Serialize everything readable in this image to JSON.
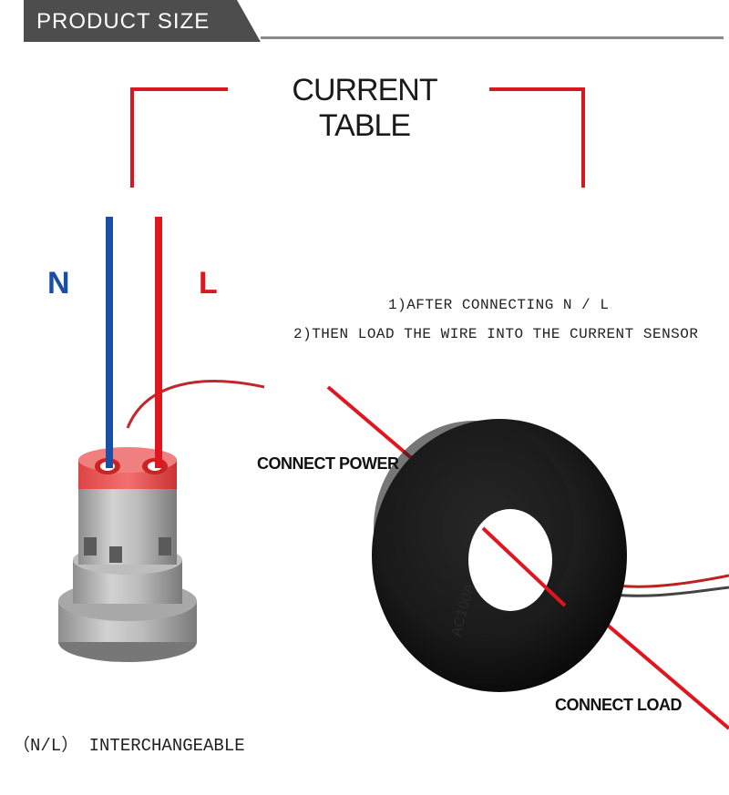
{
  "header": {
    "banner_label": "PRODUCT SIZE"
  },
  "table": {
    "title": "CURRENT TABLE"
  },
  "wires": {
    "neutral_label": "N",
    "live_label": "L",
    "neutral_color": "#1a4fa3",
    "live_color": "#e0161f"
  },
  "instructions": {
    "step1": "1)AFTER CONNECTING N / L",
    "step2": "2)THEN LOAD THE WIRE INTO THE CURRENT SENSOR"
  },
  "labels": {
    "connect_power": "CONNECT POWER",
    "connect_load": "CONNECT LOAD",
    "interchangeable": "（N/L） INTERCHANGEABLE"
  },
  "sensor": {
    "marking": "AC100A"
  },
  "colors": {
    "accent": "#d8181f",
    "banner": "#4d4d4d"
  }
}
